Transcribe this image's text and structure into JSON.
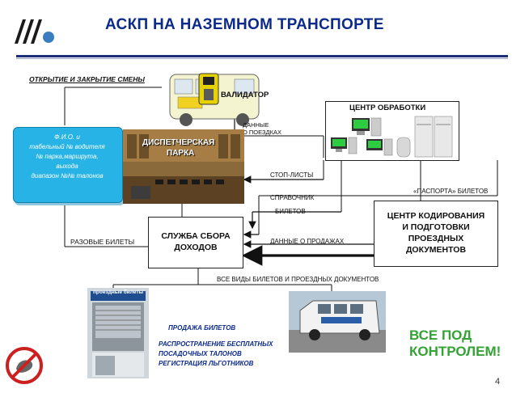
{
  "header": {
    "title": "АСКП НА НАЗЕМНОМ ТРАНСПОРТЕ"
  },
  "shift": {
    "label": "ОТКРЫТИЕ И ЗАКРЫТИЕ СМЕНЫ"
  },
  "validator": {
    "label": "ВАЛИДАТОР"
  },
  "trip_data": {
    "line1": "ДАННЫЕ",
    "line2": "О ПОЕЗДКАХ"
  },
  "driver_info": {
    "line1": "Ф.И.О. и",
    "line2": "табельный № водителя",
    "line3": "№ парка,маршрута,",
    "line4": "выхода",
    "line5": "диапазон №№ талонов"
  },
  "dispatch": {
    "line1": "ДИСПЕТЧЕРСКАЯ",
    "line2": "ПАРКА"
  },
  "processing_center": {
    "label": "ЦЕНТР ОБРАБОТКИ"
  },
  "flows": {
    "stop_lists": "СТОП-ЛИСТЫ",
    "reference": "СПРАВОЧНИК",
    "tickets": "БИЛЕТОВ",
    "passports": "«ПАСПОРТА» БИЛЕТОВ",
    "single_tickets": "РАЗОВЫЕ БИЛЕТЫ",
    "sales_data": "ДАННЫЕ О ПРОДАЖАХ",
    "all_tickets": "ВСЕ ВИДЫ БИЛЕТОВ И ПРОЕЗДНЫХ ДОКУМЕНТОВ"
  },
  "coding_center": {
    "line1": "ЦЕНТР КОДИРОВАНИЯ",
    "line2": "И ПОДГОТОВКИ",
    "line3": "ПРОЕЗДНЫХ",
    "line4": "ДОКУМЕНТОВ"
  },
  "revenue": {
    "line1": "СЛУЖБА СБОРА",
    "line2": "ДОХОДОВ"
  },
  "kiosk": {
    "sign": "проездные билеты"
  },
  "sales": {
    "line1": "ПРОДАЖА БИЛЕТОВ",
    "line2": "РАСПРОСТРАНЕНИЕ БЕСПЛАТНЫХ",
    "line3": "ПОСАДОЧНЫХ ТАЛОНОВ",
    "line4": "РЕГИСТРАЦИЯ ЛЬГОТНИКОВ"
  },
  "control": {
    "line1": "ВСЕ ПОД",
    "line2": "КОНТРОЛЕМ!"
  },
  "page_number": "4",
  "colors": {
    "title": "#0b2a8c",
    "cyan": "#27b3e6",
    "green": "#33a335",
    "red": "#cc1f1f"
  }
}
